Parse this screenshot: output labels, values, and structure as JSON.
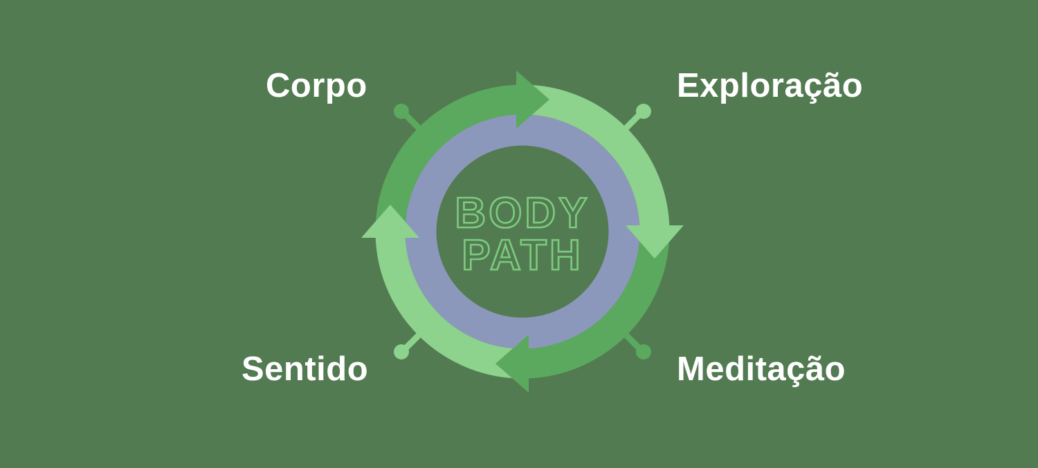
{
  "diagram": {
    "type": "cycle",
    "direction": "clockwise",
    "center_title": {
      "line1": "BODY",
      "line2": "PATH"
    },
    "steps": [
      {
        "label": "Corpo",
        "position": "top-left"
      },
      {
        "label": "Exploração",
        "position": "top-right"
      },
      {
        "label": "Meditação",
        "position": "bottom-right"
      },
      {
        "label": "Sentido",
        "position": "bottom-left"
      }
    ]
  },
  "colors": {
    "background": "#537B52",
    "ring_blue": "#8C98BB",
    "green_mid": "#5BA95E",
    "green_light": "#8DD28D",
    "label_text": "#FFFFFF",
    "center_outline": "#7CCB7E"
  }
}
